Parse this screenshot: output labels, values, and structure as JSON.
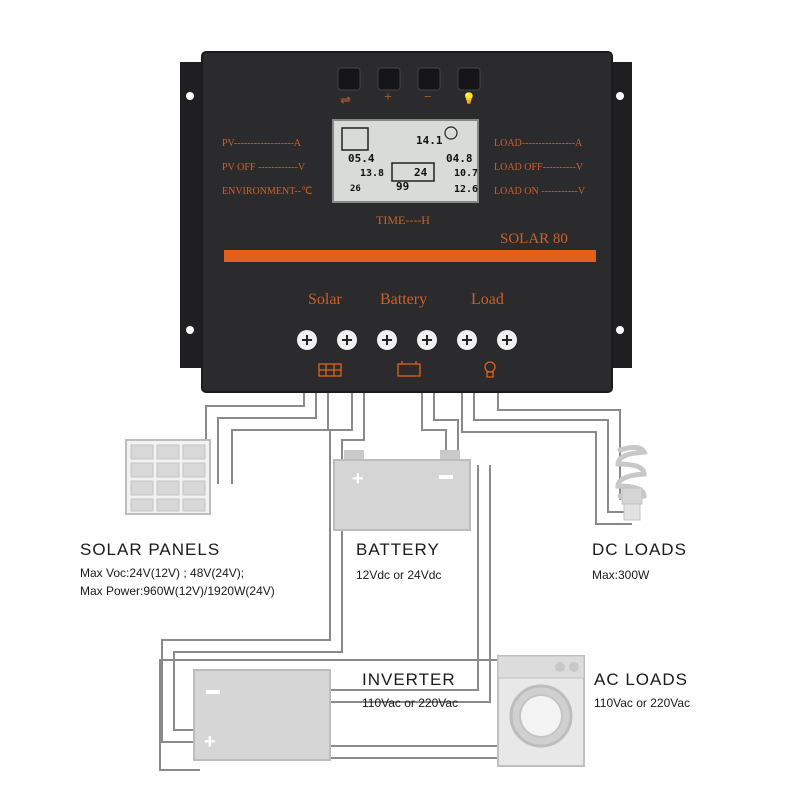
{
  "controller": {
    "model": "SOLAR 80",
    "buttons": [
      {
        "icon": "menu-icon",
        "symbol": "⇌"
      },
      {
        "icon": "plus-icon",
        "symbol": "+"
      },
      {
        "icon": "minus-icon",
        "symbol": "−"
      },
      {
        "icon": "bulb-icon",
        "symbol": "💡"
      }
    ],
    "left_labels": [
      "PV------------------A",
      "PV OFF ------------V",
      "ENVIRONMENT--℃"
    ],
    "right_labels": [
      "LOAD----------------A",
      "LOAD OFF----------V",
      "LOAD ON -----------V"
    ],
    "time_label": "TIME----H",
    "terminal_groups": [
      "Solar",
      "Battery",
      "Load"
    ],
    "lcd": {
      "top": "14.1",
      "pv": "05.4",
      "pv_off": "13.8",
      "temp": "26",
      "batt": "24",
      "soc": "99",
      "load": "04.8",
      "load_off": "10.7",
      "load_on": "12.6"
    },
    "colors": {
      "body": "#2b2b2e",
      "accent": "#e2601c",
      "lcd": "#d9dcd6"
    }
  },
  "components": {
    "solar_panels": {
      "title": "SOLAR PANELS",
      "line1": "Max Voc:24V(12V) ; 48V(24V);",
      "line2": "Max Power:960W(12V)/1920W(24V)"
    },
    "battery": {
      "title": "BATTERY",
      "line1": "12Vdc or 24Vdc"
    },
    "dc_loads": {
      "title": "DC LOADS",
      "line1": "Max:300W"
    },
    "inverter": {
      "title": "INVERTER",
      "line1": "110Vac or 220Vac"
    },
    "ac_loads": {
      "title": "AC LOADS",
      "line1": "110Vac or 220Vac"
    }
  }
}
